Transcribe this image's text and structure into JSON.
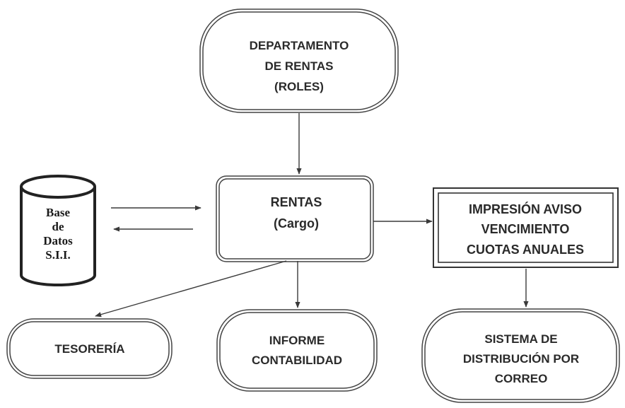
{
  "nodes": {
    "departamento": {
      "lines": [
        "DEPARTAMENTO",
        "DE RENTAS",
        "(ROLES)"
      ]
    },
    "rentas": {
      "lines": [
        "RENTAS",
        "(Cargo)"
      ]
    },
    "database": {
      "lines": [
        "Base",
        "de",
        "Datos",
        "S.I.I."
      ]
    },
    "impresion": {
      "lines": [
        "IMPRESIÓN AVISO",
        "VENCIMIENTO",
        "CUOTAS ANUALES"
      ]
    },
    "tesoreria": {
      "lines": [
        "TESORERÍA"
      ]
    },
    "informe": {
      "lines": [
        "INFORME",
        "CONTABILIDAD"
      ]
    },
    "sistema": {
      "lines": [
        "SISTEMA  DE",
        "DISTRIBUCIÓN POR",
        "CORREO"
      ]
    }
  }
}
